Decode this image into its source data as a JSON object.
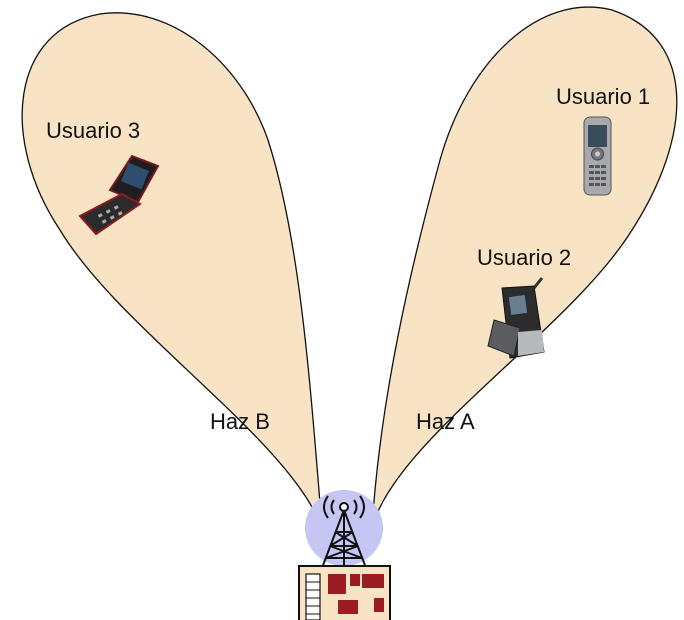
{
  "labels": {
    "user1": "Usuario 1",
    "user2": "Usuario 2",
    "user3": "Usuario 3",
    "beam_a": "Haz A",
    "beam_b": "Haz B"
  },
  "colors": {
    "beam_fill": "#f8e4c4",
    "beam_stroke": "#111111",
    "tower_halo": "#c6c6f4",
    "building_accent": "#9b1c22"
  },
  "icons": {
    "user1": "candybar-phone-icon",
    "user2": "flip-phone-icon",
    "user3": "flip-phone-open-icon",
    "tower": "cell-tower-icon",
    "building": "base-station-building-icon"
  }
}
